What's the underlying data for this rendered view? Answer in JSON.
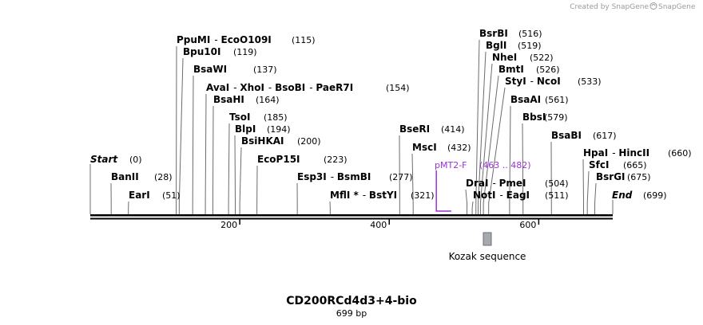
{
  "credit": "Created by SnapGene",
  "sequence": {
    "name": "CD200RCd4d3+4-bio",
    "length_label": "699 bp",
    "length": 699
  },
  "termini": {
    "start_label": "Start",
    "start_pos": "(0)",
    "end_label": "End",
    "end_pos": "(699)"
  },
  "ruler_ticks": [
    200,
    400,
    600
  ],
  "sites": [
    {
      "names": [
        "PpuMI",
        "EcoO109I"
      ],
      "pos": 115
    },
    {
      "names": [
        "Bpu10I"
      ],
      "pos": 119
    },
    {
      "names": [
        "BsaWI"
      ],
      "pos": 137
    },
    {
      "names": [
        "AvaI",
        "XhoI",
        "BsoBI",
        "PaeR7I"
      ],
      "pos": 154
    },
    {
      "names": [
        "BsaHI"
      ],
      "pos": 164
    },
    {
      "names": [
        "TsoI"
      ],
      "pos": 185
    },
    {
      "names": [
        "BlpI"
      ],
      "pos": 194
    },
    {
      "names": [
        "BsiHKAI"
      ],
      "pos": 200
    },
    {
      "names": [
        "EcoP15I"
      ],
      "pos": 223
    },
    {
      "names": [
        "BanII"
      ],
      "pos": 28
    },
    {
      "names": [
        "EarI"
      ],
      "pos": 51
    },
    {
      "names": [
        "Esp3I",
        "BsmBI"
      ],
      "pos": 277
    },
    {
      "names": [
        "MflI *",
        "BstYI"
      ],
      "pos": 321
    },
    {
      "names": [
        "BseRI"
      ],
      "pos": 414
    },
    {
      "names": [
        "MscI"
      ],
      "pos": 432
    },
    {
      "names": [
        "BsrBI"
      ],
      "pos": 516
    },
    {
      "names": [
        "BglI"
      ],
      "pos": 519
    },
    {
      "names": [
        "NheI"
      ],
      "pos": 522
    },
    {
      "names": [
        "BmtI"
      ],
      "pos": 526
    },
    {
      "names": [
        "StyI",
        "NcoI"
      ],
      "pos": 533
    },
    {
      "names": [
        "BsaAI"
      ],
      "pos": 561
    },
    {
      "names": [
        "BbsI"
      ],
      "pos": 579
    },
    {
      "names": [
        "BsaBI"
      ],
      "pos": 617
    },
    {
      "names": [
        "HpaI",
        "HincII"
      ],
      "pos": 660
    },
    {
      "names": [
        "SfcI"
      ],
      "pos": 665
    },
    {
      "names": [
        "BsrGI"
      ],
      "pos": 675
    },
    {
      "names": [
        "DraI",
        "PmeI"
      ],
      "pos": 504
    },
    {
      "names": [
        "NotI",
        "EagI"
      ],
      "pos": 511
    }
  ],
  "primer": {
    "name": "pMT2-F",
    "range": "(463 .. 482)",
    "start": 463,
    "end": 482,
    "color": "#9b30d9"
  },
  "feature": {
    "name": "Kozak sequence",
    "color": "#a7a9b0"
  }
}
